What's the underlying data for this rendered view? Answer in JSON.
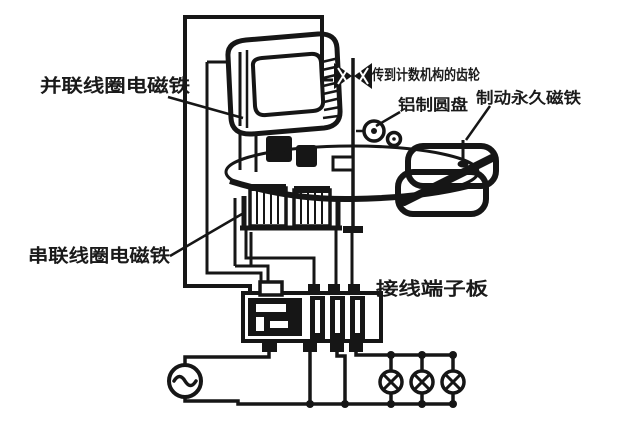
{
  "labels": {
    "parallel_coil": "并联线圈电磁铁",
    "gear_to_counter": "传到计数机构的齿轮",
    "aluminum_disc": "铝制圆盘",
    "brake_magnet": "制动永久磁铁",
    "series_coil": "串联线圈电磁铁",
    "terminal_board": "接线端子板"
  },
  "icons": {
    "ac_source": "sine-wave-in-circle",
    "lamp": "circle-with-cross",
    "worm_gear": "black-bowtie-gear",
    "junction": "solid-dot"
  },
  "colors": {
    "ink": "#161616",
    "background": "#ffffff"
  }
}
